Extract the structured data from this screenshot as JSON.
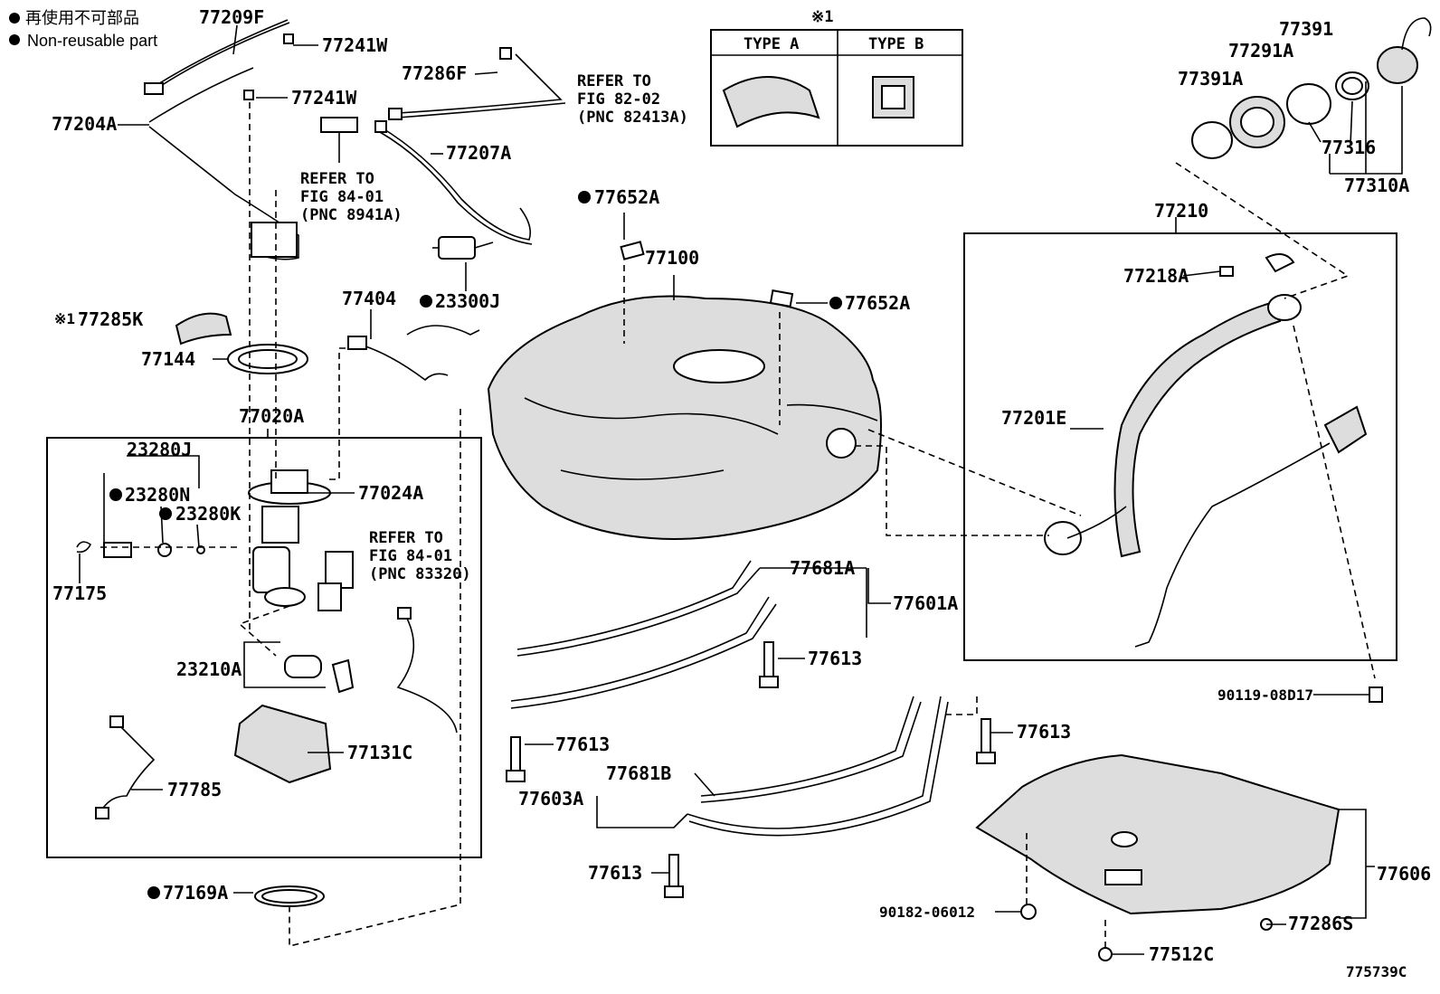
{
  "legend": {
    "jp_text": "再使用不可部品",
    "en_text": "Non-reusable part"
  },
  "type_box": {
    "note_mark": "※1",
    "type_a": "TYPE A",
    "type_b": "TYPE B"
  },
  "refs": {
    "ref1": [
      "REFER TO",
      "FIG 82-02",
      "(PNC 82413A)"
    ],
    "ref2": [
      "REFER TO",
      "FIG 84-01",
      "(PNC 8941A)"
    ],
    "ref3": [
      "REFER TO",
      "FIG 84-01",
      "(PNC 83320)"
    ]
  },
  "parts": {
    "p77209F": "77209F",
    "p77241W_a": "77241W",
    "p77241W_b": "77241W",
    "p77204A": "77204A",
    "p77286F": "77286F",
    "p77207A": "77207A",
    "p23300J": "23300J",
    "p77285K_mark": "※1",
    "p77285K": "77285K",
    "p77144": "77144",
    "p77404": "77404",
    "p77020A": "77020A",
    "p23280J": "23280J",
    "p23280N": "23280N",
    "p23280K": "23280K",
    "p77024A": "77024A",
    "p77175": "77175",
    "p23210A": "23210A",
    "p77131C": "77131C",
    "p77785": "77785",
    "p77169A": "77169A",
    "p77652A_a": "77652A",
    "p77100": "77100",
    "p77652A_b": "77652A",
    "p77681A": "77681A",
    "p77601A": "77601A",
    "p77613_a": "77613",
    "p77613_b": "77613",
    "p77613_c": "77613",
    "p77613_d": "77613",
    "p77681B": "77681B",
    "p77603A": "77603A",
    "p77391": "77391",
    "p77291A": "77291A",
    "p77391A": "77391A",
    "p77316": "77316",
    "p77310A": "77310A",
    "p77210": "77210",
    "p77218A": "77218A",
    "p77201E": "77201E",
    "p90119": "90119-08D17",
    "p77606": "77606",
    "p90182": "90182-06012",
    "p77286S": "77286S",
    "p77512C": "77512C"
  },
  "figure_id": "775739C"
}
